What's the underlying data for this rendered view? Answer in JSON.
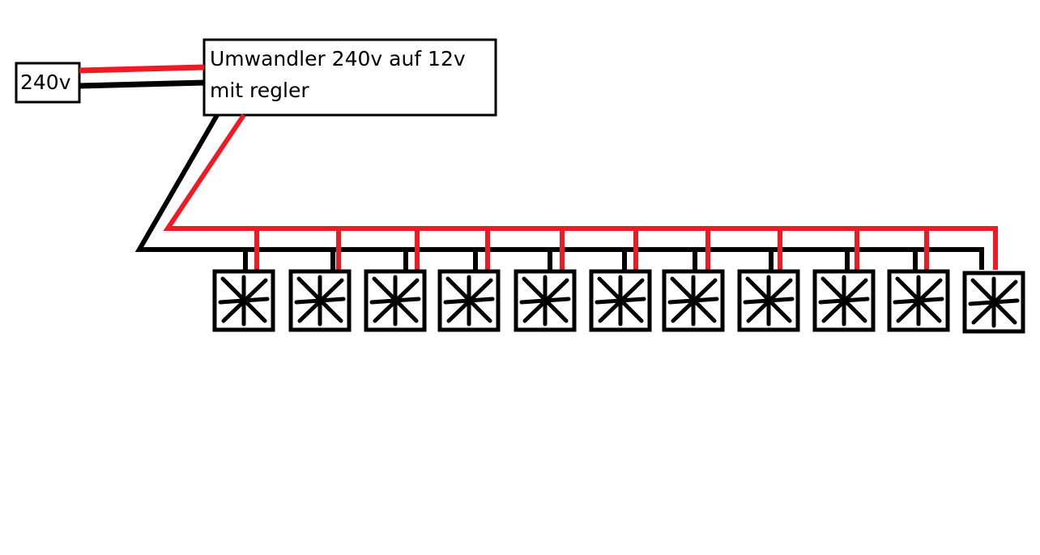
{
  "source_box": {
    "label": "240v"
  },
  "converter_box": {
    "line1": "Umwandler 240v auf 12v",
    "line2": "mit regler"
  },
  "fans": {
    "count": 11
  },
  "colors": {
    "positive_wire": "#ed1c24",
    "negative_wire": "#000000"
  }
}
